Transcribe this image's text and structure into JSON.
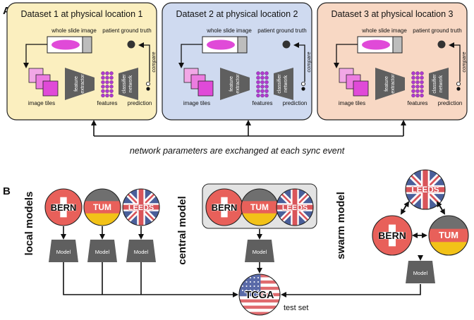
{
  "panel_a": {
    "letter": "A",
    "datasets": [
      {
        "title": "Dataset 1 at physical location 1",
        "bg": "#fbefbf"
      },
      {
        "title": "Dataset 2 at physical location 2",
        "bg": "#cfdaf0"
      },
      {
        "title": "Dataset 3 at physical location 3",
        "bg": "#f8d8c4"
      }
    ],
    "labels": {
      "wsi": "whole slide image",
      "truth": "patient ground truth",
      "compare": "compare",
      "tiles": "image tiles",
      "features": "features",
      "prediction": "prediction",
      "feature_extractor_1": "feature",
      "feature_extractor_2": "extractor",
      "classifier_1": "classifier",
      "classifier_2": "network"
    },
    "caption": "network parameters are exchanged at each sync event"
  },
  "panel_b": {
    "letter": "B",
    "local_title": "local models",
    "central_title": "central model",
    "swarm_title": "swarm model",
    "sites": {
      "bern": "BERN",
      "tum": "TUM",
      "leeds": "LEEDS",
      "tcga": "TCGA"
    },
    "model_label": "Model",
    "test_label": "test set"
  },
  "colors": {
    "bern_red": "#e8605a",
    "tum_dark": "#6f6f6f",
    "tum_gold": "#f2c218",
    "uk_blue": "#4a5f9a",
    "uk_red": "#d9555a",
    "magenta": "#e04ad8",
    "tile_pink": "#f2a7e6",
    "model_gray": "#5f5f5f"
  }
}
